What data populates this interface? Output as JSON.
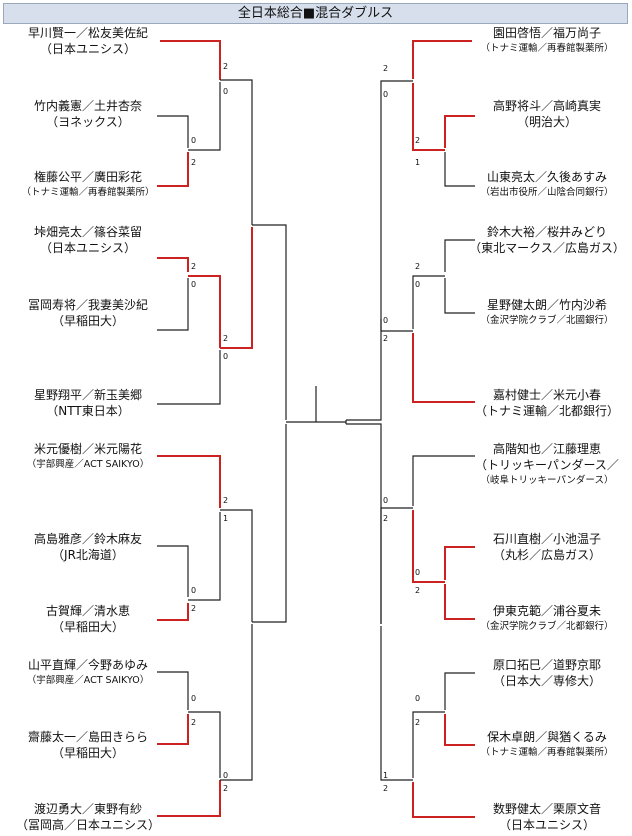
{
  "title": "全日本総合■混合ダブルス",
  "left": [
    {
      "names": "早川賢一／松友美佐紀",
      "club": "（日本ユニシス）"
    },
    {
      "names": "竹内義憲／土井杏奈",
      "club": "（ヨネックス）"
    },
    {
      "names": "権藤公平／廣田彩花",
      "club": "（トナミ運輸／再春館製薬所）"
    },
    {
      "names": "垰畑亮太／篠谷菜留",
      "club": "（日本ユニシス）"
    },
    {
      "names": "冨岡寿将／我妻美沙紀",
      "club": "（早稲田大）"
    },
    {
      "names": "星野翔平／新玉美郷",
      "club": "（NTT東日本）"
    },
    {
      "names": "米元優樹／米元陽花",
      "club": "（宇部興産／ACT SAIKYO）"
    },
    {
      "names": "高島雅彦／鈴木麻友",
      "club": "（JR北海道）"
    },
    {
      "names": "古賀輝／清水恵",
      "club": "（早稲田大）"
    },
    {
      "names": "山平直輝／今野あゆみ",
      "club": "（宇部興産／ACT SAIKYO）"
    },
    {
      "names": "齋藤太一／島田きらら",
      "club": "（早稲田大）"
    },
    {
      "names": "渡辺勇大／東野有紗",
      "club": "（冨岡高／日本ユニシス）"
    }
  ],
  "right": [
    {
      "names": "園田啓悟／福万尚子",
      "club": "（トナミ運輸／再春館製薬所）"
    },
    {
      "names": "高野将斗／高崎真実",
      "club": "（明治大）"
    },
    {
      "names": "山東亮太／久後あすみ",
      "club": "（岩出市役所／山陰合同銀行）"
    },
    {
      "names": "鈴木大裕／桜井みどり",
      "club": "（東北マークス／広島ガス）"
    },
    {
      "names": "星野健太朗／竹内沙希",
      "club": "（金沢学院クラブ／北國銀行）"
    },
    {
      "names": "嘉村健士／米元小春",
      "club": "（トナミ運輸／北都銀行）"
    },
    {
      "names": "高階知也／江藤理恵",
      "club": "（トリッキーパンダース／"
    },
    {
      "names": "石川直樹／小池温子",
      "club": "（丸杉／広島ガス）"
    },
    {
      "names": "伊東克範／浦谷夏未",
      "club": "（金沢学院クラブ／北都銀行）"
    },
    {
      "names": "原口拓巳／道野京耶",
      "club": "（日本大／専修大）"
    },
    {
      "names": "保木卓朗／與猶くるみ",
      "club": "（トナミ運輸／再春館製薬所）"
    },
    {
      "names": "数野健太／栗原文音",
      "club": "（日本ユニシス）"
    }
  ],
  "right_extra_line": "（岐阜トリッキーパンダース）",
  "scores": [
    "2",
    "0",
    "0",
    "2",
    "2",
    "0",
    "2",
    "0",
    "2",
    "1",
    "0",
    "2",
    "0",
    "2",
    "0",
    "2",
    "2",
    "0",
    "2",
    "1",
    "2",
    "0",
    "0",
    "2",
    "0",
    "2",
    "0",
    "2",
    "0",
    "2",
    "1",
    "2"
  ],
  "colors": {
    "winner": "#cc2222",
    "loser": "#222222"
  }
}
